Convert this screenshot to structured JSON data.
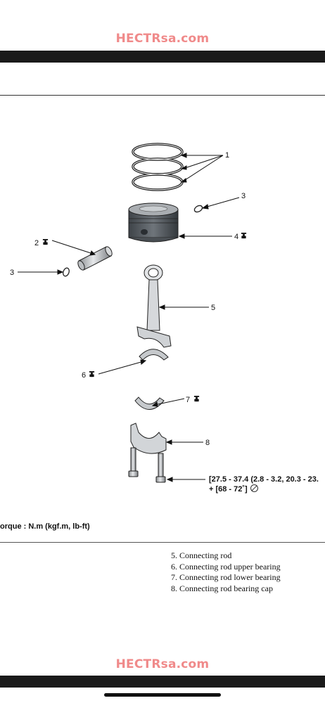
{
  "watermark": {
    "top": "HECTRsa.com",
    "bottom": "HECTRsa.com"
  },
  "callouts": {
    "piston_rings": "1",
    "pin_right_clip": "3",
    "piston": "4",
    "piston_pin": "2",
    "pin_left_clip": "3",
    "connecting_rod": "5",
    "upper_bearing": "6",
    "lower_bearing": "7",
    "bearing_cap": "8"
  },
  "torque": {
    "spec_line1": "[27.5 - 37.4 (2.8 - 3.2, 20.3 - 23.",
    "spec_line2": "+ [68 - 72˚]",
    "unit_label": "orque : N.m (kgf.m, lb-ft)"
  },
  "legend": [
    "5. Connecting rod",
    "6. Connecting rod upper bearing",
    "7. Connecting rod lower bearing",
    "8. Connecting rod bearing cap"
  ],
  "icons": [
    "torque-wrench-icon",
    "prohibit-icon"
  ],
  "colors": {
    "watermark": "#f08a8a",
    "bar": "#1a1a1a"
  }
}
